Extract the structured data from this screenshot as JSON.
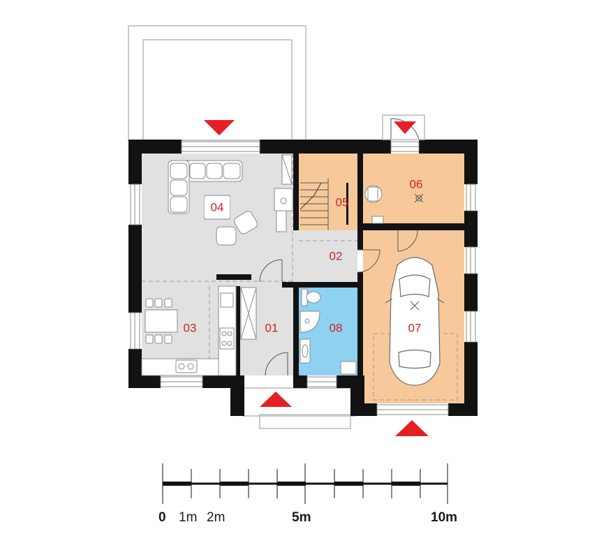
{
  "colors": {
    "wall": "#121212",
    "living_floor": "#e1e1e1",
    "garage_room": "#f7c99a",
    "bathroom": "#8fd1f1",
    "entrance_arrow": "#e52024",
    "label": "#d31f26"
  },
  "rooms": [
    {
      "id": "01",
      "label": "01"
    },
    {
      "id": "02",
      "label": "02"
    },
    {
      "id": "03",
      "label": "03"
    },
    {
      "id": "04",
      "label": "04"
    },
    {
      "id": "05",
      "label": "05"
    },
    {
      "id": "06",
      "label": "06"
    },
    {
      "id": "07",
      "label": "07"
    },
    {
      "id": "08",
      "label": "08"
    }
  ],
  "scale": {
    "labels": {
      "zero": "0",
      "one": "1m",
      "two": "2m",
      "five": "5m",
      "ten": "10m"
    }
  },
  "icons": [
    "entrance-arrow-icon",
    "car-icon",
    "sofa-icon",
    "toilet-icon",
    "sink-icon",
    "stove-icon",
    "boiler-icon"
  ]
}
